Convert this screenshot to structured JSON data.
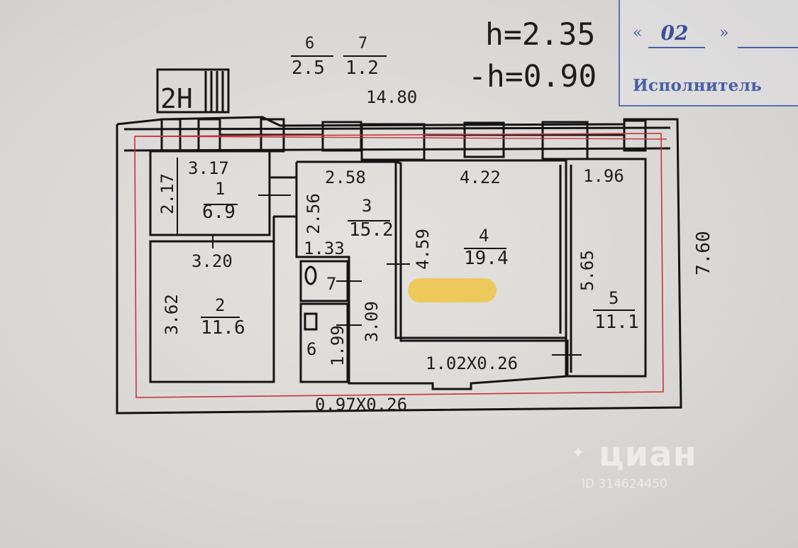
{
  "header": {
    "height": "h=2.35",
    "level": "-h=0.90",
    "col6": {
      "num": "6",
      "val": "2.5"
    },
    "col7": {
      "num": "7",
      "val": "1.2"
    },
    "total_length": "14.80"
  },
  "stair_label": "2H",
  "overall_width": "7.60",
  "rooms": [
    {
      "num": "1",
      "area": "6.9",
      "dims": [
        "3.17",
        "2.17"
      ]
    },
    {
      "num": "2",
      "area": "11.6",
      "dims": [
        "3.20",
        "3.62"
      ]
    },
    {
      "num": "3",
      "area": "15.2",
      "dims": [
        "2.58",
        "2.56",
        "1.33"
      ]
    },
    {
      "num": "4",
      "area": "19.4",
      "dims": [
        "4.22",
        "4.59"
      ]
    },
    {
      "num": "5",
      "area": "11.1",
      "dims": [
        "1.96",
        "5.65"
      ]
    },
    {
      "num": "6",
      "dims": [
        "1.99",
        "3.09"
      ]
    },
    {
      "num": "7"
    }
  ],
  "niches": [
    "1.02X0.26",
    "0.97X0.26"
  ],
  "stamp": {
    "number": "02",
    "open_quote": "«",
    "close_quote": "»",
    "executor": "Исполнитель"
  },
  "watermark": {
    "brand": "циан",
    "id": "ID 314624450"
  },
  "colors": {
    "wall": "#141414",
    "contour": "#c8323a",
    "stamp": "#4a5fa8",
    "highlight": "#f2c230"
  }
}
